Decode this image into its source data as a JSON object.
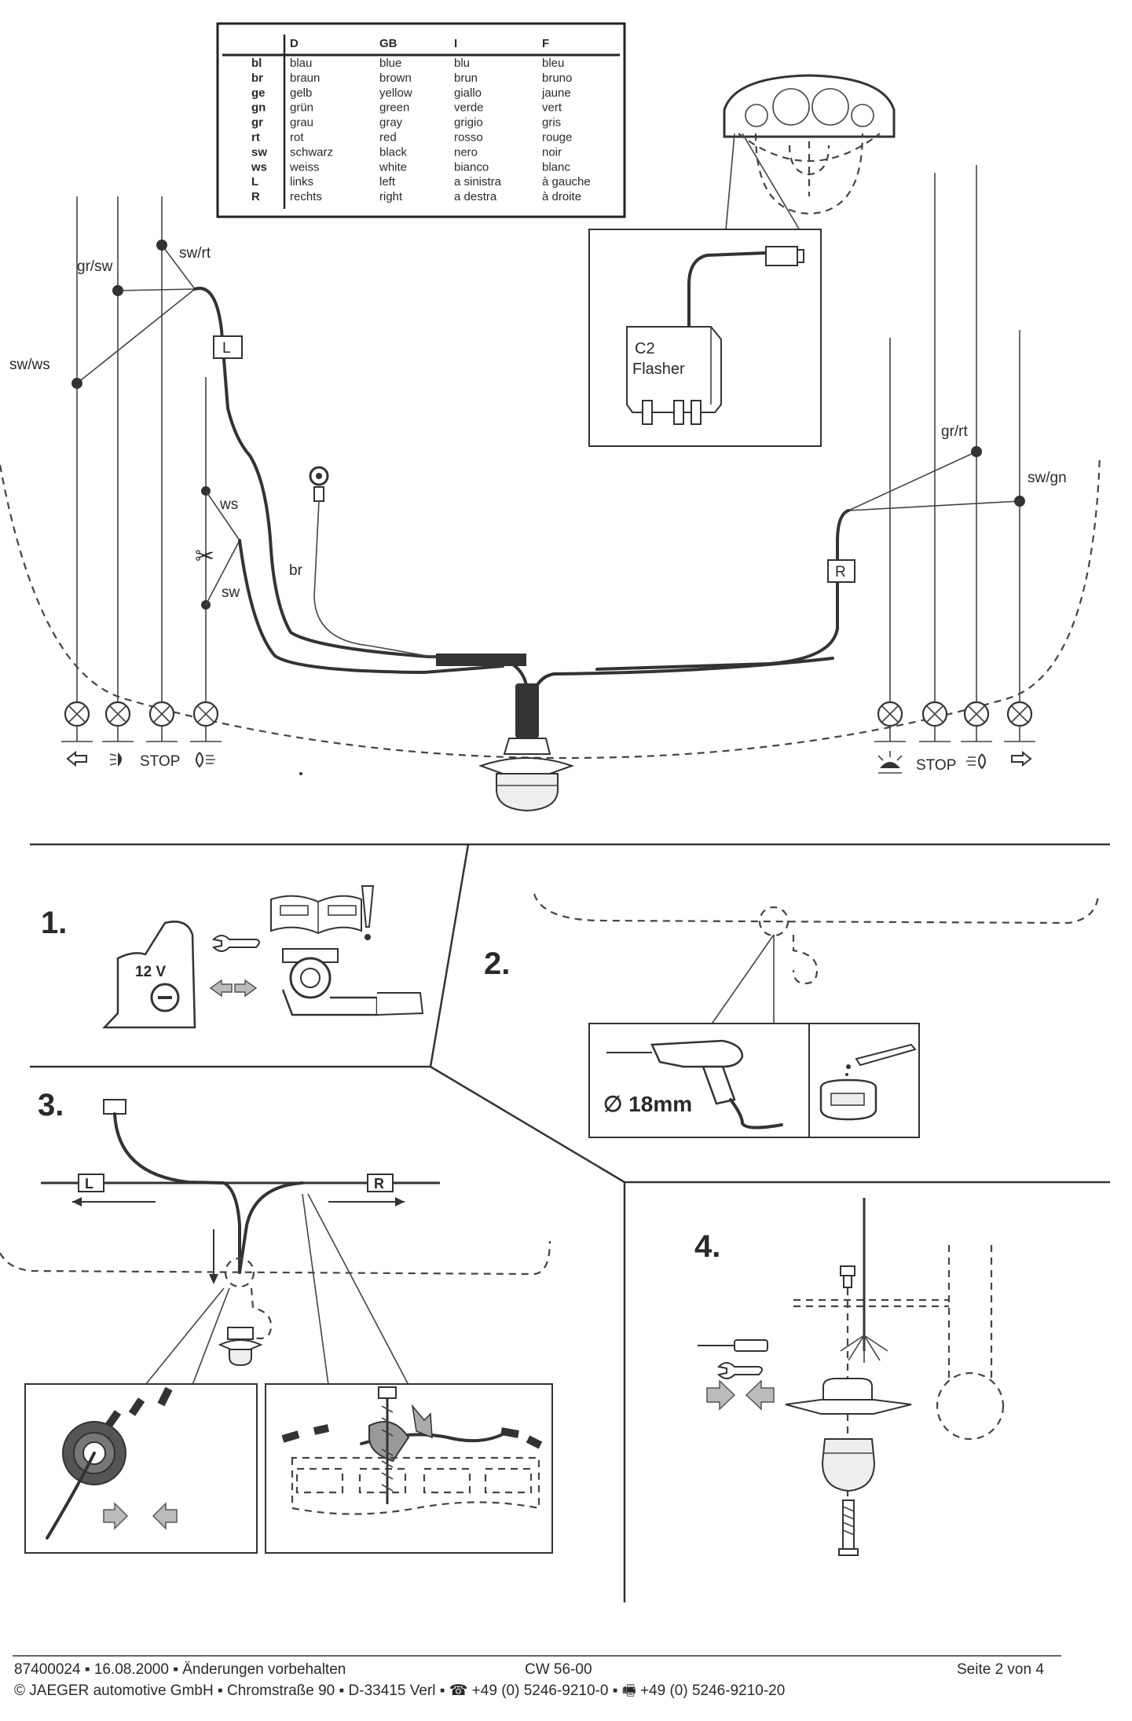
{
  "legend": {
    "headers": [
      "D",
      "GB",
      "I",
      "F"
    ],
    "rows": [
      {
        "code": "bl",
        "d": "blau",
        "gb": "blue",
        "i": "blu",
        "f": "bleu"
      },
      {
        "code": "br",
        "d": "braun",
        "gb": "brown",
        "i": "brun",
        "f": "bruno"
      },
      {
        "code": "ge",
        "d": "gelb",
        "gb": "yellow",
        "i": "giallo",
        "f": "jaune"
      },
      {
        "code": "gn",
        "d": "grün",
        "gb": "green",
        "i": "verde",
        "f": "vert"
      },
      {
        "code": "gr",
        "d": "grau",
        "gb": "gray",
        "i": "grigio",
        "f": "gris"
      },
      {
        "code": "rt",
        "d": "rot",
        "gb": "red",
        "i": "rosso",
        "f": "rouge"
      },
      {
        "code": "sw",
        "d": "schwarz",
        "gb": "black",
        "i": "nero",
        "f": "noir"
      },
      {
        "code": "ws",
        "d": "weiss",
        "gb": "white",
        "i": "bianco",
        "f": "blanc"
      },
      {
        "code": "L",
        "d": "links",
        "gb": "left",
        "i": "a sinistra",
        "f": "à gauche"
      },
      {
        "code": "R",
        "d": "rechts",
        "gb": "right",
        "i": "a destra",
        "f": "à droite"
      }
    ]
  },
  "wiring": {
    "wire_labels": {
      "gr_sw": "gr/sw",
      "sw_rt": "sw/rt",
      "sw_ws": "sw/ws",
      "ws": "ws",
      "sw": "sw",
      "br": "br",
      "gr_rt": "gr/rt",
      "sw_gn": "sw/gn"
    },
    "connector_left": "L",
    "connector_right": "R",
    "flasher": {
      "line1": "C2",
      "line2": "Flasher"
    },
    "stop_left": "STOP",
    "stop_right": "STOP",
    "lamp_icons_left": [
      "turn-left-arrow-icon",
      "fog-light-icon",
      "stop-light",
      "reverse-light-icon"
    ],
    "lamp_icons_right": [
      "license-plate-light-icon",
      "stop-light",
      "reverse-light-icon",
      "turn-right-arrow-icon"
    ]
  },
  "steps": {
    "s1": {
      "number": "1.",
      "battery_label": "12 V"
    },
    "s2": {
      "number": "2.",
      "drill_label": "∅ 18mm"
    },
    "s3": {
      "number": "3.",
      "conn_left": "L",
      "conn_right": "R"
    },
    "s4": {
      "number": "4."
    }
  },
  "footer": {
    "doc_line": "87400024 ▪ 16.08.2000 ▪ Änderungen vorbehalten",
    "model": "CW 56-00",
    "page": "Seite 2 von 4",
    "company_line": "© JAEGER automotive GmbH ▪ Chromstraße 90 ▪ D-33415 Verl ▪ ☎ +49 (0) 5246-9210-0 ▪ 🖷 +49 (0) 5246-9210-20"
  }
}
